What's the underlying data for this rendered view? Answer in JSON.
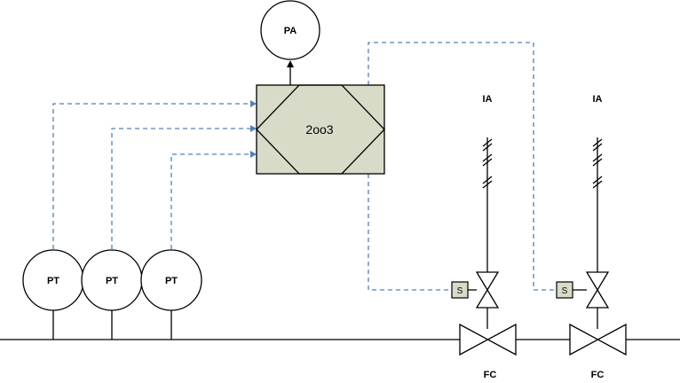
{
  "colors": {
    "signal_line": "#4f81bd",
    "logic_fill": "#d8dbc8",
    "solenoid_fill": "#d8dbc8",
    "line": "#000000",
    "background": "#ffffff"
  },
  "diagram": {
    "alarm": {
      "label": "PA"
    },
    "logic_solver": {
      "label": "2oo3"
    },
    "transmitters": [
      {
        "label": "PT"
      },
      {
        "label": "PT"
      },
      {
        "label": "PT"
      }
    ],
    "valves": [
      {
        "air_supply": "IA",
        "solenoid": "S",
        "fail_action": "FC"
      },
      {
        "air_supply": "IA",
        "solenoid": "S",
        "fail_action": "FC"
      }
    ]
  }
}
